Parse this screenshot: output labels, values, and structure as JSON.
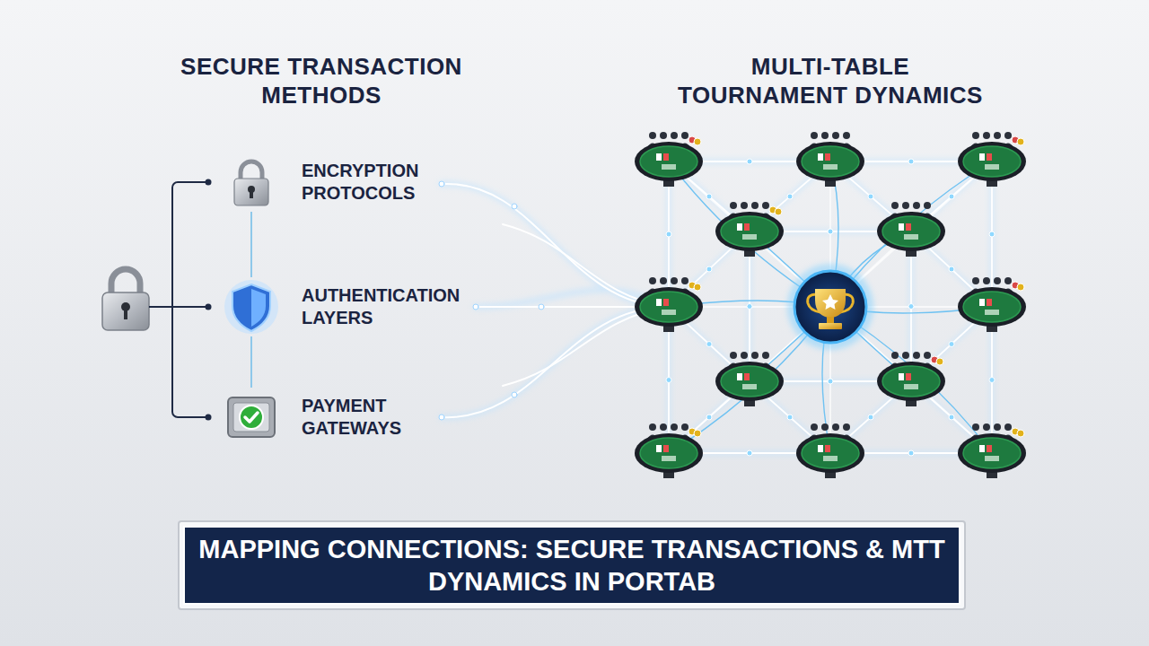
{
  "diagram": {
    "caption": "MAPPING CONNECTIONS: SECURE TRANSACTIONS & MTT DYNAMICS IN PORTAB",
    "nodes": [
      {
        "text": [
          "ENCRYPTION PROTOCOLS"
        ]
      },
      {
        "text": [
          "AUTHENTICATION LAYERS"
        ]
      },
      {
        "text": [
          "PAYMENT GATEWAYS"
        ]
      }
    ],
    "edges": [
      {
        "from": 0,
        "to": 1,
        "arrow": "none"
      },
      {
        "from": 1,
        "to": 2,
        "arrow": "none"
      }
    ],
    "labels": [
      "SECURE TRANSACTION METHODS",
      "MULTI-TABLE TOURNAMENT DYNAMICS"
    ]
  }
}
